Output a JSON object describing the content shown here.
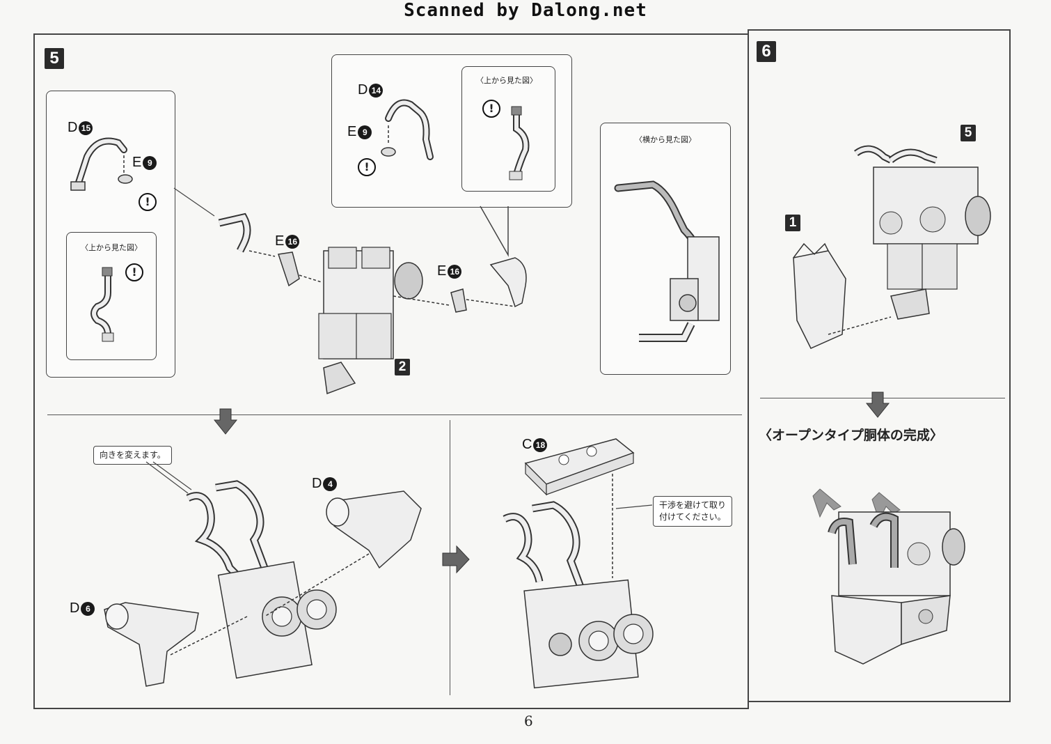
{
  "watermark": "Scanned by Dalong.net",
  "page_number": "6",
  "steps": {
    "s5": "5",
    "s6": "6"
  },
  "views": {
    "top_view": "〈上から見た図〉",
    "side_view": "〈横から見た図〉"
  },
  "parts": {
    "d15": {
      "letter": "D",
      "num": "15"
    },
    "e9a": {
      "letter": "E",
      "num": "9"
    },
    "d14": {
      "letter": "D",
      "num": "14"
    },
    "e9b": {
      "letter": "E",
      "num": "9"
    },
    "e16a": {
      "letter": "E",
      "num": "16"
    },
    "e16b": {
      "letter": "E",
      "num": "16"
    },
    "d4": {
      "letter": "D",
      "num": "4"
    },
    "d6": {
      "letter": "D",
      "num": "6"
    },
    "c18": {
      "letter": "C",
      "num": "18"
    }
  },
  "refs": {
    "r2": "2",
    "r1": "1",
    "r5": "5"
  },
  "notes": {
    "change_direction": "向きを変えます。",
    "avoid_interference_line1": "干渉を避けて取り",
    "avoid_interference_line2": "付けてください。"
  },
  "completion_label": "〈オープンタイプ胴体の完成〉",
  "warning_symbol": "!"
}
